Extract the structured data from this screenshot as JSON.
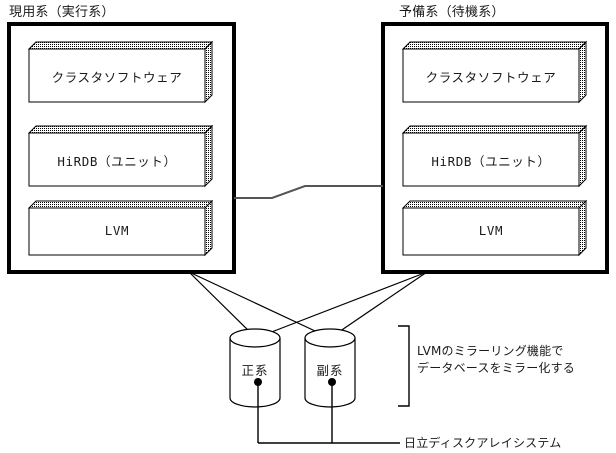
{
  "diagram": {
    "title_active": "現用系（実行系）",
    "title_standby": "予備系（待機系）",
    "active_panel": {
      "name": "現用系（実行系）",
      "layers": [
        {
          "label": "クラスタソフトウェア"
        },
        {
          "label": "HiRDB（ユニット）"
        },
        {
          "label": "LVM"
        }
      ]
    },
    "standby_panel": {
      "name": "予備系（待機系）",
      "layers": [
        {
          "label": "クラスタソフトウェア"
        },
        {
          "label": "HiRDB（ユニット）"
        },
        {
          "label": "LVM"
        }
      ]
    },
    "disks": [
      {
        "label": "正系"
      },
      {
        "label": "副系"
      }
    ],
    "annotations": {
      "mirror_note_line1": "LVMのミラーリング機能で",
      "mirror_note_line2": "データベースをミラー化する",
      "array_note": "日立ディスクアレイシステム"
    },
    "colors": {
      "line": "#000000",
      "text": "#1a1a1a",
      "panel_border": "#000000",
      "box_face": "#ffffff",
      "box_shade": "#6f6f6f",
      "connector": "#555555",
      "background": "#ffffff"
    }
  }
}
